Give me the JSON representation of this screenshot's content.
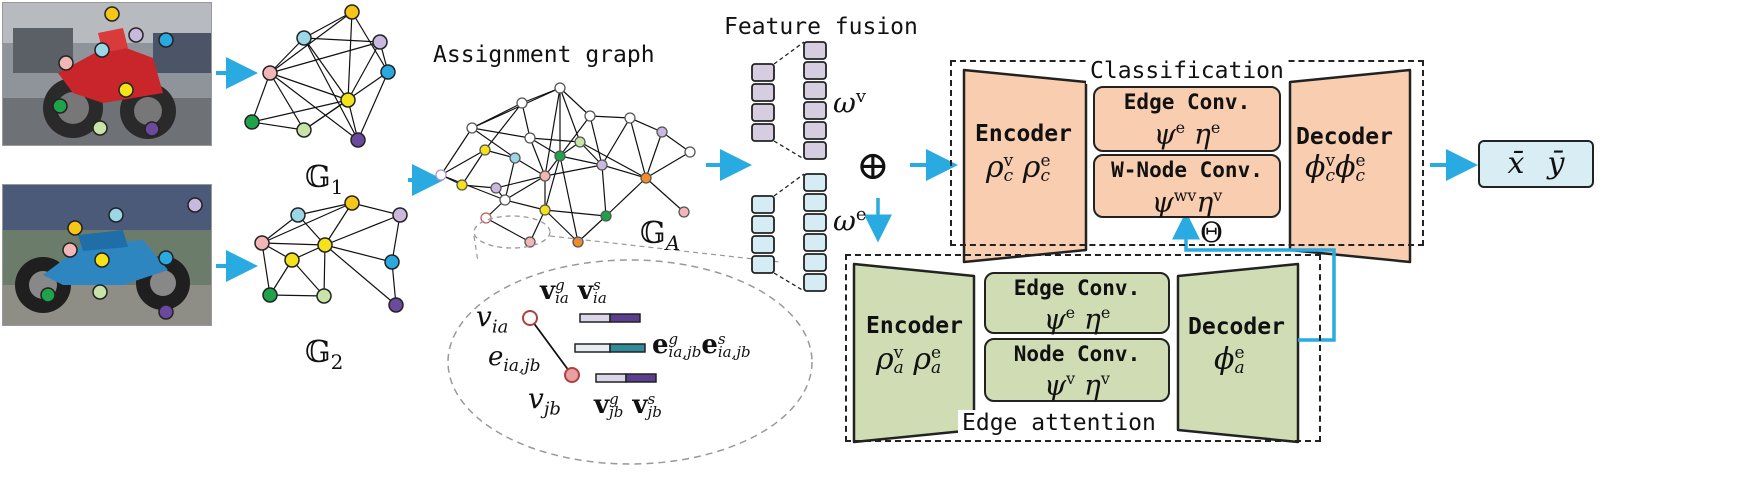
{
  "graphs": {
    "g1_label": "𝔾",
    "g1_sub": "1",
    "g2_label": "𝔾",
    "g2_sub": "2",
    "ga_label": "𝔾",
    "ga_sub": "A"
  },
  "assignment_graph_title": "Assignment graph",
  "feature_fusion_title": "Feature fusion",
  "omega_v": "ω",
  "omega_v_sup": "v",
  "omega_e": "ω",
  "omega_e_sup": "e",
  "oplus": "⊕",
  "callout": {
    "v_ia": "v",
    "v_ia_sub": "ia",
    "e_iajb": "e",
    "e_iajb_sub": "ia,jb",
    "v_jb": "v",
    "v_jb_sub": "jb",
    "vg_ia": "v",
    "vg_ia_sup": "g",
    "vg_ia_sub": "ia",
    "vs_ia": "v",
    "vs_ia_sup": "s",
    "vs_ia_sub": "ia",
    "eg": "e",
    "eg_sup": "g",
    "eg_sub": "ia,jb",
    "es": "e",
    "es_sup": "s",
    "es_sub": "ia,jb",
    "vg_jb": "v",
    "vg_jb_sup": "g",
    "vg_jb_sub": "jb",
    "vs_jb": "v",
    "vs_jb_sup": "s",
    "vs_jb_sub": "jb"
  },
  "classification": {
    "title": "Classification",
    "encoder_label": "Encoder",
    "encoder_formula": "ρ",
    "encoder_sub": "c",
    "encoder_sup1": "v",
    "encoder_sup2": "e",
    "edge_conv_label": "Edge Conv.",
    "edge_conv_formula_psi": "ψ",
    "edge_conv_formula_eta": "η",
    "edge_conv_sup": "e",
    "wnode_conv_label": "W-Node Conv.",
    "wnode_formula_psi": "ψ",
    "wnode_psi_sup": "wv",
    "wnode_formula_eta": "η",
    "wnode_eta_sup": "v",
    "decoder_label": "Decoder",
    "decoder_formula": "ϕ",
    "decoder_sub": "c",
    "decoder_sup1": "v",
    "decoder_sup2": "e",
    "theta": "Θ"
  },
  "edge_attention": {
    "title": "Edge attention",
    "encoder_label": "Encoder",
    "encoder_formula": "ρ",
    "encoder_sub": "a",
    "encoder_sup1": "v",
    "encoder_sup2": "e",
    "edge_conv_label": "Edge Conv.",
    "edge_conv_psi": "ψ",
    "edge_conv_eta": "η",
    "edge_conv_sup": "e",
    "node_conv_label": "Node Conv.",
    "node_conv_psi": "ψ",
    "node_conv_eta": "η",
    "node_conv_sup": "v",
    "decoder_label": "Decoder",
    "decoder_formula": "ϕ",
    "decoder_sub": "a",
    "decoder_sup": "e"
  },
  "output": {
    "x": "x̄",
    "y": "ȳ"
  },
  "colors": {
    "arrow": "#29abe2",
    "classification_fill": "#f8cdb0",
    "attention_fill": "#cfdcb4",
    "output_fill": "#d9eef4",
    "node_purple_fill": "#d6cde0",
    "node_blue_fill": "#d6ecf4",
    "bar_teal": "#2f8a9a",
    "bar_purple": "#5b3f8e",
    "bar_light": "#e6eef4"
  }
}
